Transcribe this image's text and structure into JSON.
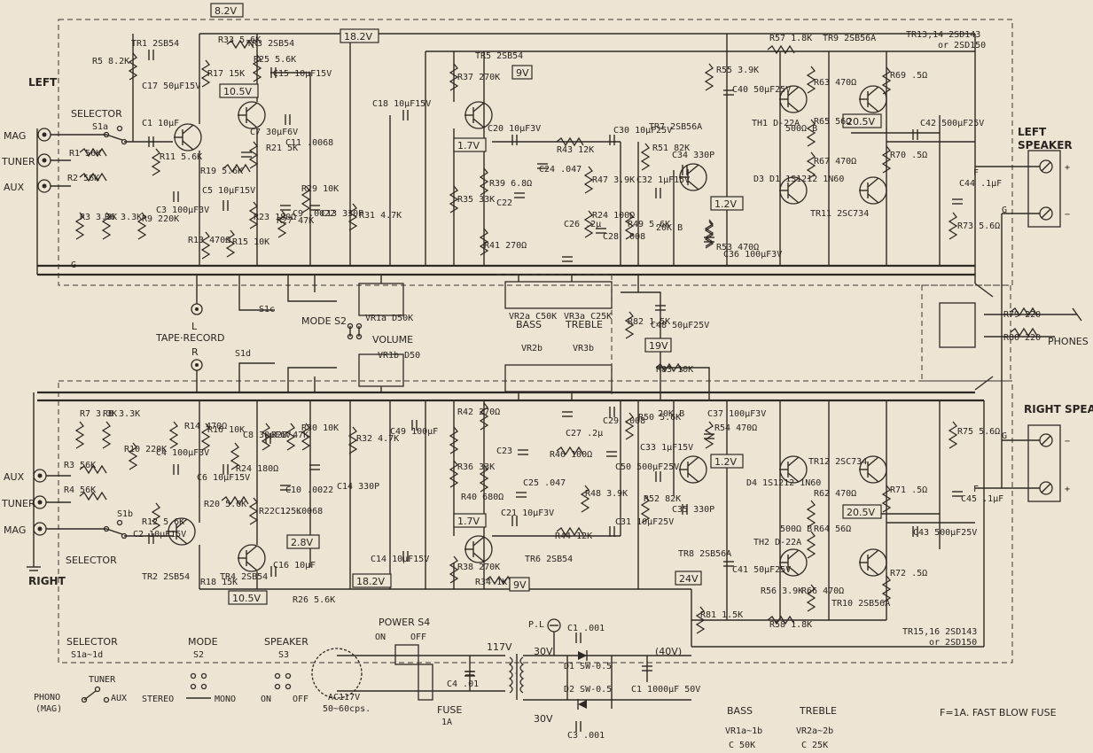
{
  "channels": {
    "left": "LEFT",
    "right": "RIGHT"
  },
  "inputs": {
    "left": [
      "MAG",
      "TUNER",
      "AUX"
    ],
    "right": [
      "AUX",
      "TUNER",
      "MAG"
    ]
  },
  "labels": {
    "selector_left": "SELECTOR",
    "selector_right": "SELECTOR",
    "s1a": "S1a",
    "s1b": "S1b",
    "s1c": "S1c",
    "s1d": "S1d",
    "mode": "MODE S2",
    "volume": "VOLUME",
    "tape_record": "TAPE·RECORD",
    "tape_l": "L",
    "tape_r": "R",
    "bass": "BASS",
    "treble": "TREBLE",
    "left_speaker": "LEFT SPEAKER",
    "right_speaker": "RIGHT SPEAKER",
    "phones": "PHONES",
    "power": "POWER S4",
    "on": "ON",
    "off": "OFF",
    "fuse": "FUSE",
    "fuse_rating": "1A",
    "ac": "AC117V",
    "ac_freq": "50~60cps.",
    "pl": "P.L",
    "f_note": "F=1A. FAST BLOW FUSE",
    "g": "G",
    "f": "F",
    "plus": "+",
    "minus": "−"
  },
  "voltages": {
    "v82_top": "8.2V",
    "v182_top": "18.2V",
    "v105": "10.5V",
    "v9_top": "9V",
    "v17_top": "1.7V",
    "v12_top": "1.2V",
    "v205_top": "20.5V",
    "v19": "19V",
    "v12_bot": "1.2V",
    "v205_bot": "20.5V",
    "v17_bot": "1.7V",
    "v28": "2.8V",
    "v105_bot": "10.5V",
    "v182_bot": "18.2V",
    "v9_bot": "9V",
    "v24": "24V",
    "v40": "(40V)",
    "v117": "117V",
    "v30a": "30V",
    "v30b": "30V"
  },
  "transistors": {
    "tr1": "TR1 2SB54",
    "tr3": "TR3 2SB54",
    "tr5": "TR5 2SB54",
    "tr7": "TR7 2SB56A",
    "tr9": "TR9 2SB56A",
    "tr1314": "TR13,14 2SD143",
    "tr1314b": "or 2SD150",
    "tr11": "TR11 2SC734",
    "tr2": "TR2 2SB54",
    "tr4": "TR4 2SB54",
    "tr6": "TR6 2SB54",
    "tr8": "TR8 2SB56A",
    "tr12": "TR12 2SC734",
    "tr10": "TR10 2SB56A",
    "tr1516": "TR15,16 2SD143",
    "tr1516b": "or 2SD150"
  },
  "components_top": [
    "R5 8.2K",
    "C17 50μF15V",
    "R17 15K",
    "R33 5.6K",
    "R25 5.6K",
    "C15 10μF15V",
    "C1 10μF",
    "R1 56K",
    "R2 56K",
    "R11 5.6K",
    "C7 30μF6V",
    "R21 5K",
    "C11 .0068",
    "R19 5.6K",
    "C3 100μF3V",
    "C5 10μF15V",
    "R3 3.3K",
    "R6 3.3K",
    "R9 220K",
    "R13 470Ω",
    "R15 10K",
    "R23 180Ω",
    "R27 47K",
    "R29 10K",
    "C9 .0022",
    "C13 330P",
    "R31 4.7K",
    "C18 10μF15V",
    "R37 270K",
    "R35 33K",
    "R39 6.8Ω",
    "C22",
    "C24 .047",
    "R41 270Ω",
    "C20 10μF3V",
    "R43 12K",
    "C30 10μF25V",
    "R47 3.9K",
    "R24 100Ω",
    "C26 .2μ",
    "C28 .008",
    "R49 5.6K",
    "R51 82K",
    "C34 330P",
    "C32 1μF15V",
    "C40 50μF25V",
    "R55 3.9K",
    "R57 1.8K",
    "TH1 D-22A",
    "500Ω B",
    "R63 470Ω",
    "R65 56Ω",
    "D3 D1 1S1212 1N60",
    "R53 470Ω",
    "C36 100μF3V",
    "20K B",
    "R67 470Ω",
    "R69 .5Ω",
    "C42 500μF25V",
    "R70 .5Ω",
    "C44 .1μF",
    "R73 5.6Ω"
  ],
  "components_bottom": [
    "R7 3.3K",
    "R8 3.3K",
    "R4 56K",
    "R3 56K",
    "R10 220K",
    "C4 100μF3V",
    "R14 470Ω",
    "R16 10K",
    "C6 10μF15V",
    "C8 30μF6V",
    "R24 180Ω",
    "R28 47K",
    "R30 10K",
    "C10 .0022",
    "C14 330P",
    "R32 4.7K",
    "R20 5.6K",
    "R12 5.6K",
    "C12 .0068",
    "R22 1.5K",
    "C2 10μF15V",
    "R18 15K",
    "C16 10μF",
    "R26 5.6K",
    "C14 10μF15V",
    "C49 100μF",
    "R42 270Ω",
    "R36 33K",
    "R40 680Ω",
    "C23",
    "C25 .047",
    "R46 100Ω",
    "C27 .2μ",
    "C29 .008",
    "C50 500μF25V",
    "R48 3.9K",
    "C21 10μF3V",
    "R44 12K",
    "C31 10μF25V",
    "R38 270K",
    "R34 1K",
    "R50 5.6K",
    "R52 82K",
    "C33 1μF15V",
    "C35 330P",
    "R54 470Ω",
    "C37 100μF3V",
    "20K B",
    "D4 1S1212 1N60",
    "TH2 D-22A",
    "500Ω B",
    "R62 470Ω",
    "R64 56Ω",
    "C41 50μF25V",
    "R56 3.9K",
    "R58 1.8K",
    "R66 470Ω",
    "R71 .5Ω",
    "C43 500μF25V",
    "R72 .5Ω",
    "C45 .1μF",
    "R75 5.6Ω"
  ],
  "controls": [
    "VR1a D50K",
    "VR1b D50",
    "VR2a C50K",
    "VR3a C25K",
    "VR2b",
    "VR3b",
    "R82 1.5K",
    "C48 50μF25V",
    "R83 10K",
    "R81 1.5K",
    "R79 220",
    "R80 220"
  ],
  "power_components": [
    "C1 .001",
    "D1 SW-0.5",
    "D2 SW-0.5",
    "C3 .001",
    "C1 1000μF 50V",
    "C4 .01"
  ],
  "legend": {
    "selector_title": "SELECTOR",
    "selector_sub": "S1a~1d",
    "tuner": "TUNER",
    "phono": "PHONO",
    "phono_sub": "(MAG)",
    "aux": "AUX",
    "mode_title": "MODE",
    "mode_sub": "S2",
    "stereo": "STEREO",
    "mono": "MONO",
    "speaker_title": "SPEAKER",
    "speaker_sub": "S3",
    "on": "ON",
    "off": "OFF",
    "bass_title": "BASS",
    "bass_sub": "VR1a~1b",
    "bass_val": "C 50K",
    "treble_title": "TREBLE",
    "treble_sub": "VR2a~2b",
    "treble_val": "C 25K"
  }
}
